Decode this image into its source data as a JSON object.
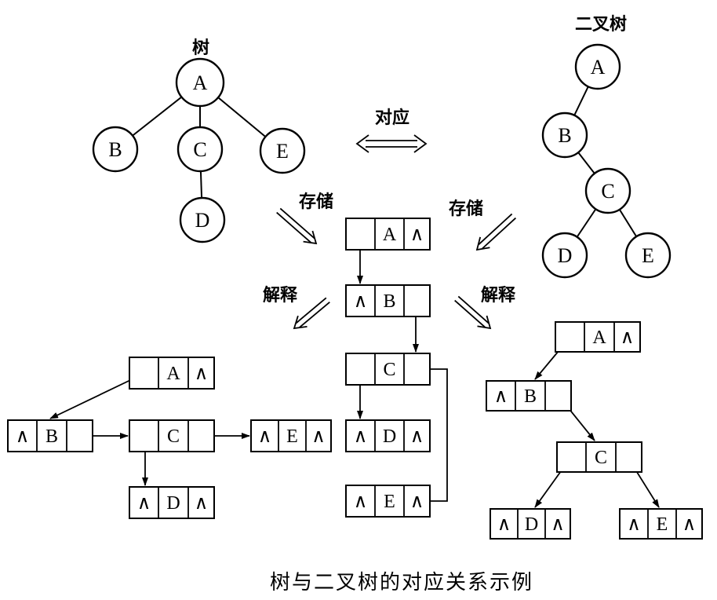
{
  "tree": {
    "title": "树",
    "nodes": [
      "A",
      "B",
      "C",
      "D",
      "E"
    ]
  },
  "binary_tree": {
    "title": "二叉树",
    "nodes": [
      "A",
      "B",
      "C",
      "D",
      "E"
    ]
  },
  "correspondence": {
    "label": "对应"
  },
  "storage_labels": [
    "存储",
    "存储"
  ],
  "interpretation_labels": [
    "解释",
    "解释"
  ],
  "shared_storage": {
    "records": [
      {
        "left": "",
        "data": "A",
        "right": "∧"
      },
      {
        "left": "∧",
        "data": "B",
        "right": ""
      },
      {
        "left": "",
        "data": "C",
        "right": ""
      },
      {
        "left": "∧",
        "data": "D",
        "right": "∧"
      },
      {
        "left": "∧",
        "data": "E",
        "right": "∧"
      }
    ]
  },
  "tree_interpretation": {
    "records": [
      {
        "left": "",
        "data": "A",
        "right": "∧"
      },
      {
        "left": "∧",
        "data": "B",
        "right": ""
      },
      {
        "left": "",
        "data": "C",
        "right": ""
      },
      {
        "left": "∧",
        "data": "D",
        "right": "∧"
      },
      {
        "left": "∧",
        "data": "E",
        "right": "∧"
      }
    ]
  },
  "binary_tree_interpretation": {
    "records": [
      {
        "left": "",
        "data": "A",
        "right": "∧"
      },
      {
        "left": "∧",
        "data": "B",
        "right": ""
      },
      {
        "left": "",
        "data": "C",
        "right": ""
      },
      {
        "left": "∧",
        "data": "D",
        "right": "∧"
      },
      {
        "left": "∧",
        "data": "E",
        "right": "∧"
      }
    ]
  },
  "caption": "树与二叉树的对应关系示例"
}
